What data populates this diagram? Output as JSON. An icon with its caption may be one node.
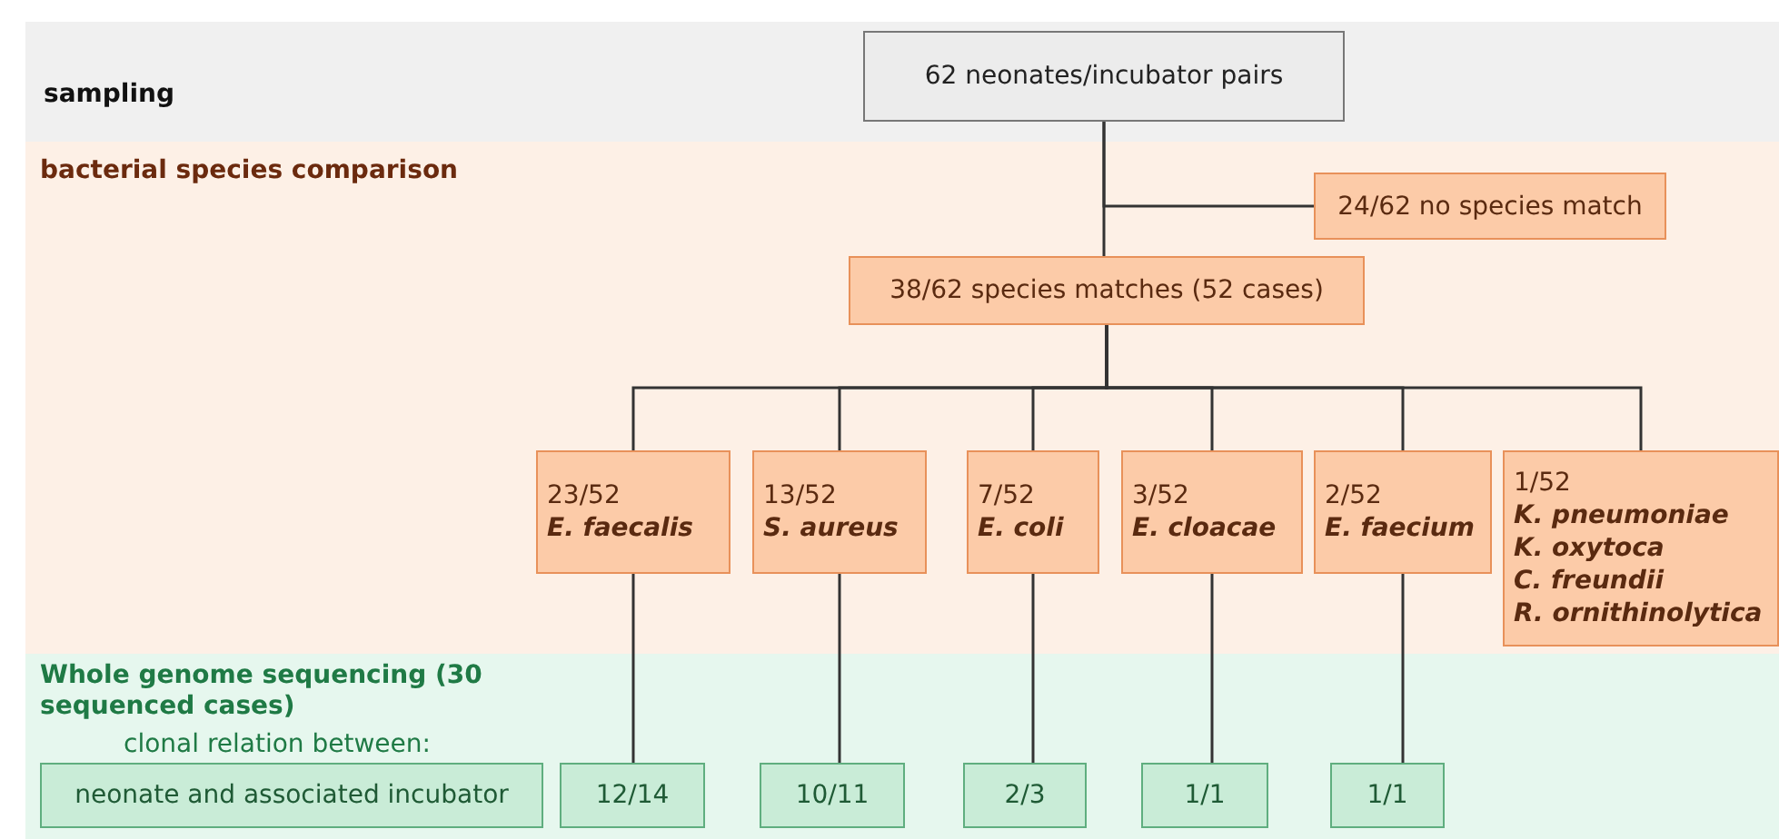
{
  "diagram": {
    "nodes": [
      {
        "text": [
          "sampling"
        ]
      },
      {
        "text": [
          "62 neonates/incubator pairs"
        ],
        "in": 0
      },
      {
        "text": [
          "bacterial species comparison"
        ]
      },
      {
        "text": [
          "24/62 no species match"
        ],
        "in": 2
      },
      {
        "text": [
          "38/62 species matches (52 cases)"
        ],
        "in": 2
      },
      {
        "text": [
          "23/52",
          "E. faecalis"
        ],
        "in": 2
      },
      {
        "text": [
          "13/52",
          "S. aureus"
        ],
        "in": 2
      },
      {
        "text": [
          "7/52",
          "E. coli"
        ],
        "in": 2
      },
      {
        "text": [
          "3/52",
          "E. cloacae"
        ],
        "in": 2
      },
      {
        "text": [
          "2/52",
          "E. faecium"
        ],
        "in": 2
      },
      {
        "text": [
          "1/52",
          "K. pneumoniae",
          "K. oxytoca",
          "C. freundii",
          "R. ornithinolytica"
        ],
        "in": 2
      },
      {
        "text": [
          "Whole genome sequencing (30 sequenced cases)",
          "clonal relation between:"
        ]
      },
      {
        "text": [
          "neonate and associated incubator"
        ],
        "in": 11
      },
      {
        "text": [
          "12/14"
        ],
        "in": 11
      },
      {
        "text": [
          "10/11"
        ],
        "in": 11
      },
      {
        "text": [
          "2/3"
        ],
        "in": 11
      },
      {
        "text": [
          "1/1"
        ],
        "in": 11
      },
      {
        "text": [
          "1/1"
        ],
        "in": 11
      }
    ],
    "edges": [
      {
        "from": 1,
        "to": 3,
        "arrow": "none"
      },
      {
        "from": 1,
        "to": 4,
        "arrow": "none"
      },
      {
        "from": 4,
        "to": 5,
        "arrow": "none"
      },
      {
        "from": 4,
        "to": 6,
        "arrow": "none"
      },
      {
        "from": 4,
        "to": 7,
        "arrow": "none"
      },
      {
        "from": 4,
        "to": 8,
        "arrow": "none"
      },
      {
        "from": 4,
        "to": 9,
        "arrow": "none"
      },
      {
        "from": 4,
        "to": 10,
        "arrow": "none"
      },
      {
        "from": 5,
        "to": 13,
        "arrow": "none"
      },
      {
        "from": 6,
        "to": 14,
        "arrow": "none"
      },
      {
        "from": 7,
        "to": 15,
        "arrow": "none"
      },
      {
        "from": 8,
        "to": 16,
        "arrow": "none"
      },
      {
        "from": 9,
        "to": 17,
        "arrow": "none"
      }
    ]
  }
}
